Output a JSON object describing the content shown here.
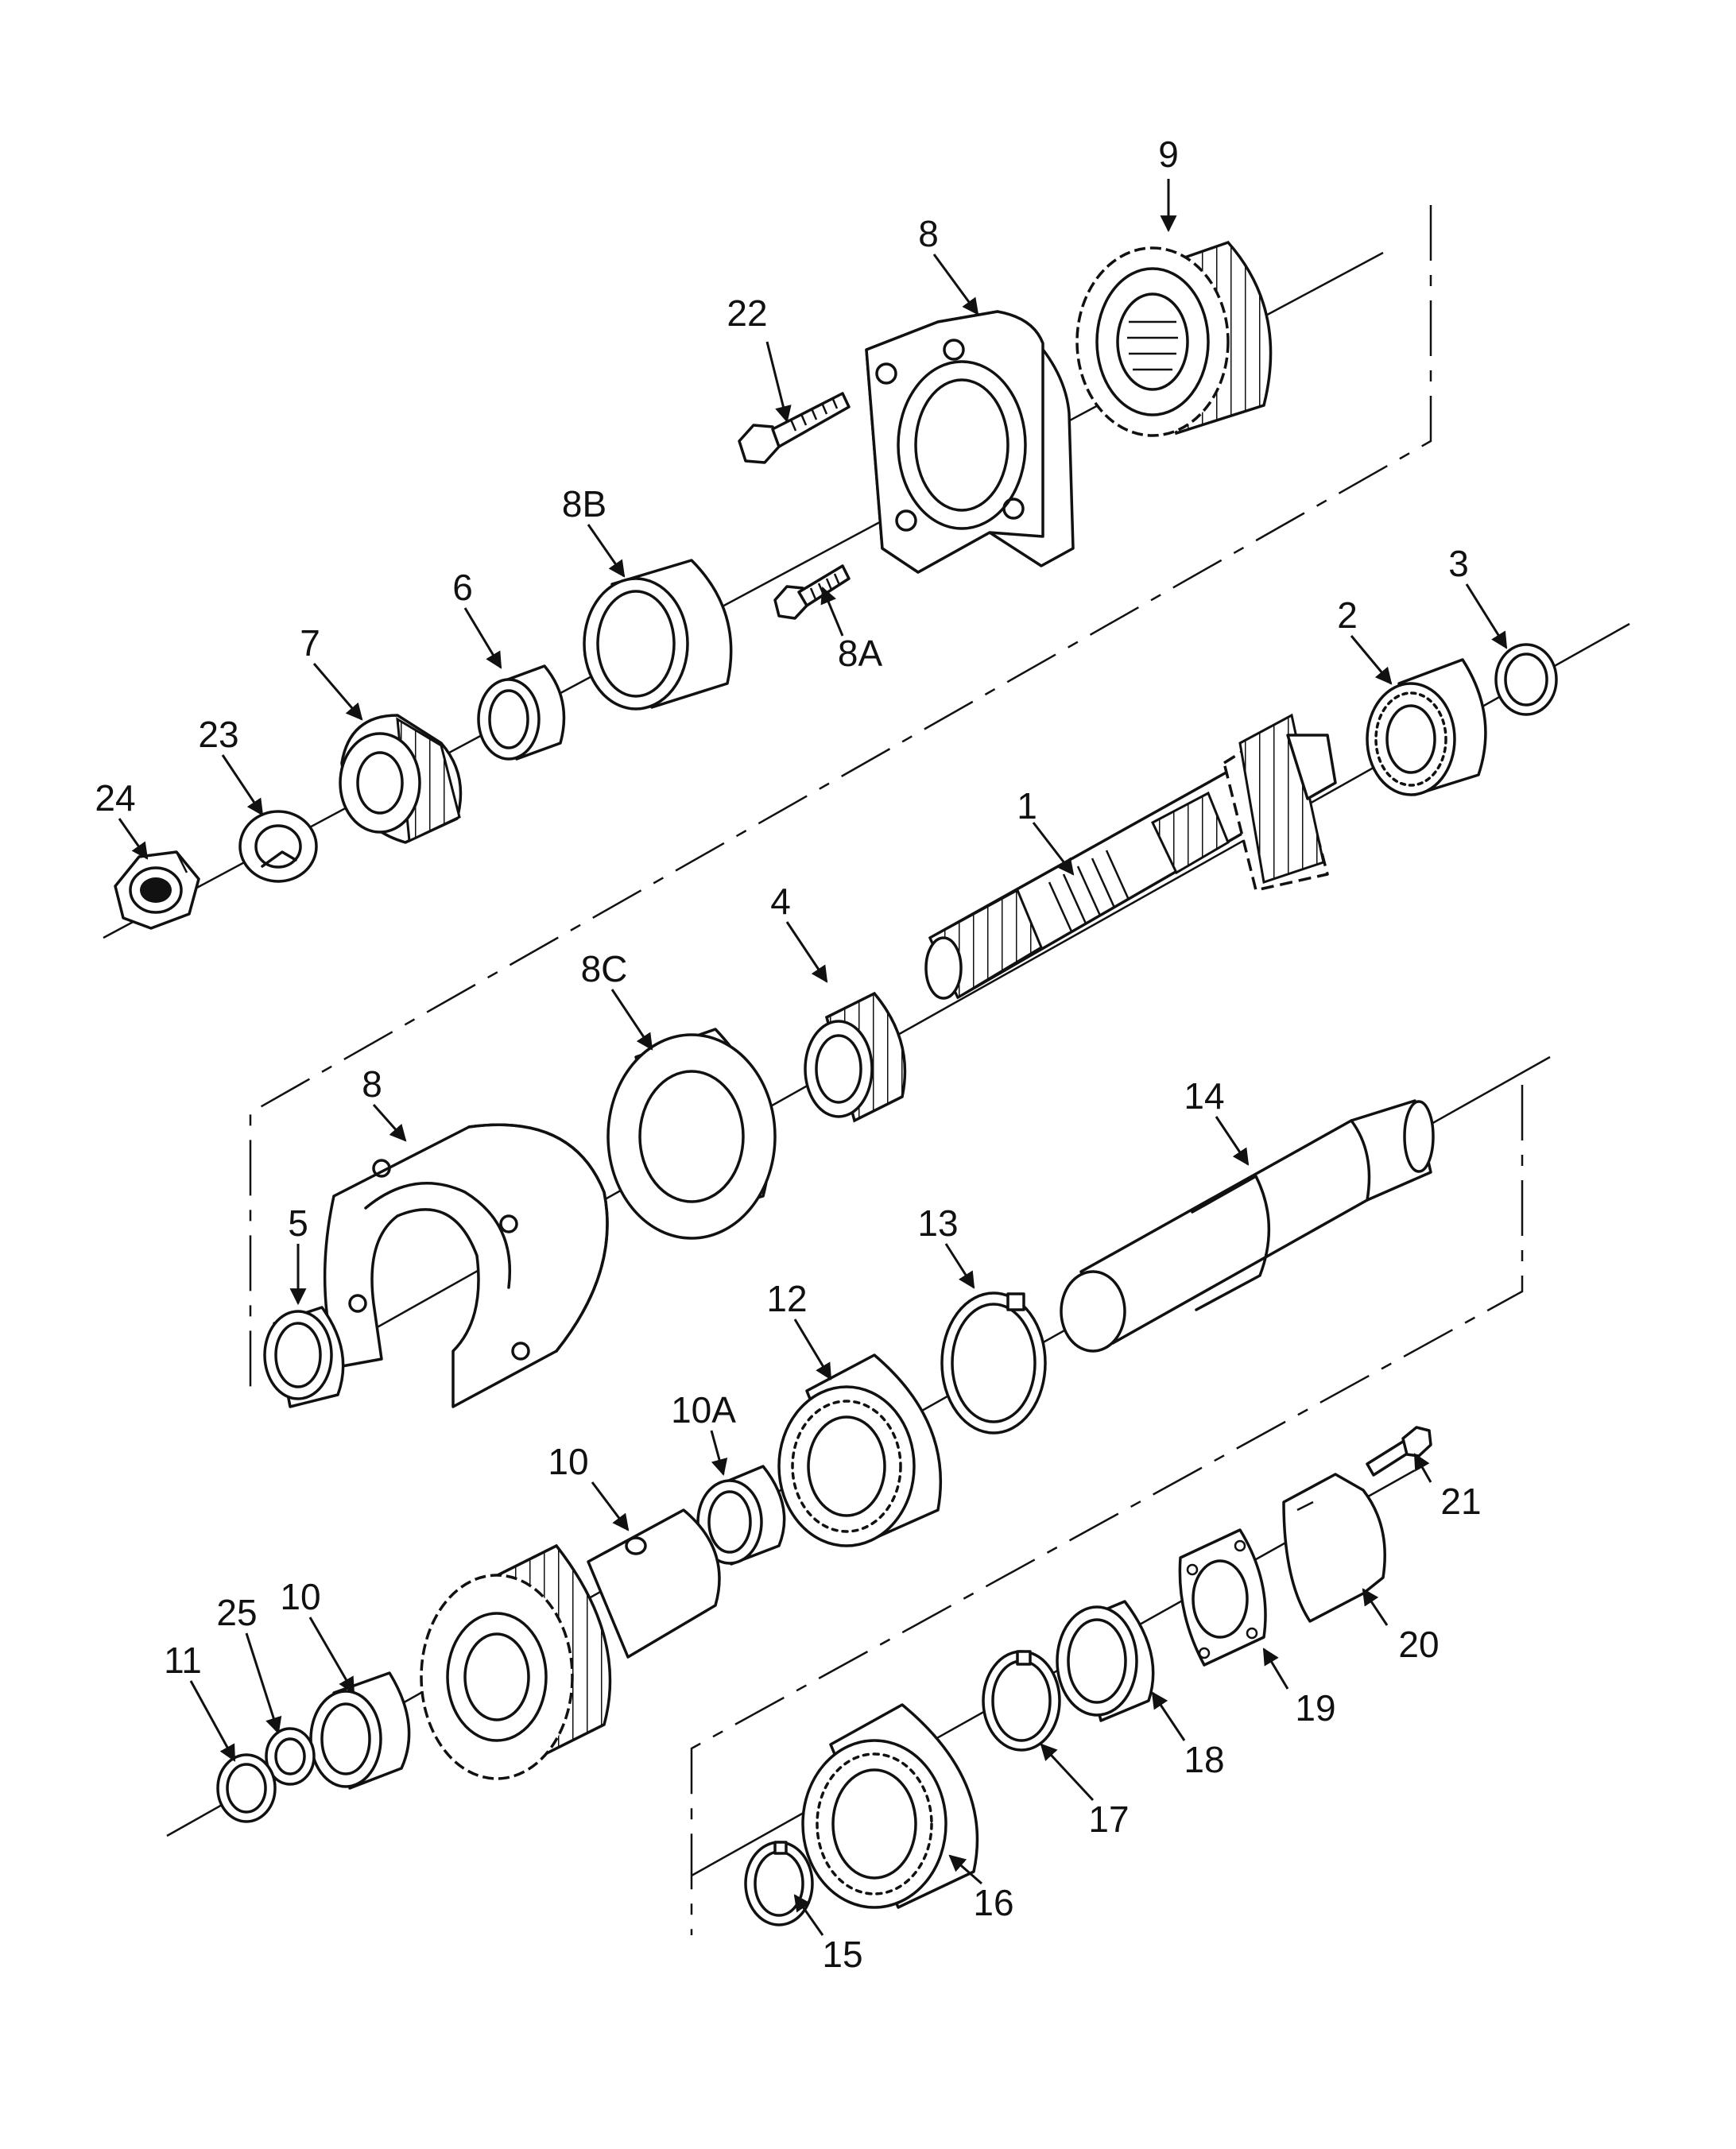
{
  "callouts": [
    {
      "id": "1",
      "label": "1"
    },
    {
      "id": "2",
      "label": "2"
    },
    {
      "id": "3",
      "label": "3"
    },
    {
      "id": "4",
      "label": "4"
    },
    {
      "id": "5",
      "label": "5"
    },
    {
      "id": "6",
      "label": "6"
    },
    {
      "id": "7",
      "label": "7"
    },
    {
      "id": "8-top",
      "label": "8"
    },
    {
      "id": "8-bottom",
      "label": "8"
    },
    {
      "id": "8A",
      "label": "8A"
    },
    {
      "id": "8B",
      "label": "8B"
    },
    {
      "id": "8C",
      "label": "8C"
    },
    {
      "id": "9",
      "label": "9"
    },
    {
      "id": "10-shaft",
      "label": "10"
    },
    {
      "id": "10-bushing",
      "label": "10"
    },
    {
      "id": "10A",
      "label": "10A"
    },
    {
      "id": "11",
      "label": "11"
    },
    {
      "id": "12",
      "label": "12"
    },
    {
      "id": "13",
      "label": "13"
    },
    {
      "id": "14",
      "label": "14"
    },
    {
      "id": "15",
      "label": "15"
    },
    {
      "id": "16",
      "label": "16"
    },
    {
      "id": "17",
      "label": "17"
    },
    {
      "id": "18",
      "label": "18"
    },
    {
      "id": "19",
      "label": "19"
    },
    {
      "id": "20",
      "label": "20"
    },
    {
      "id": "21",
      "label": "21"
    },
    {
      "id": "22",
      "label": "22"
    },
    {
      "id": "23",
      "label": "23"
    },
    {
      "id": "24",
      "label": "24"
    },
    {
      "id": "25",
      "label": "25"
    }
  ]
}
